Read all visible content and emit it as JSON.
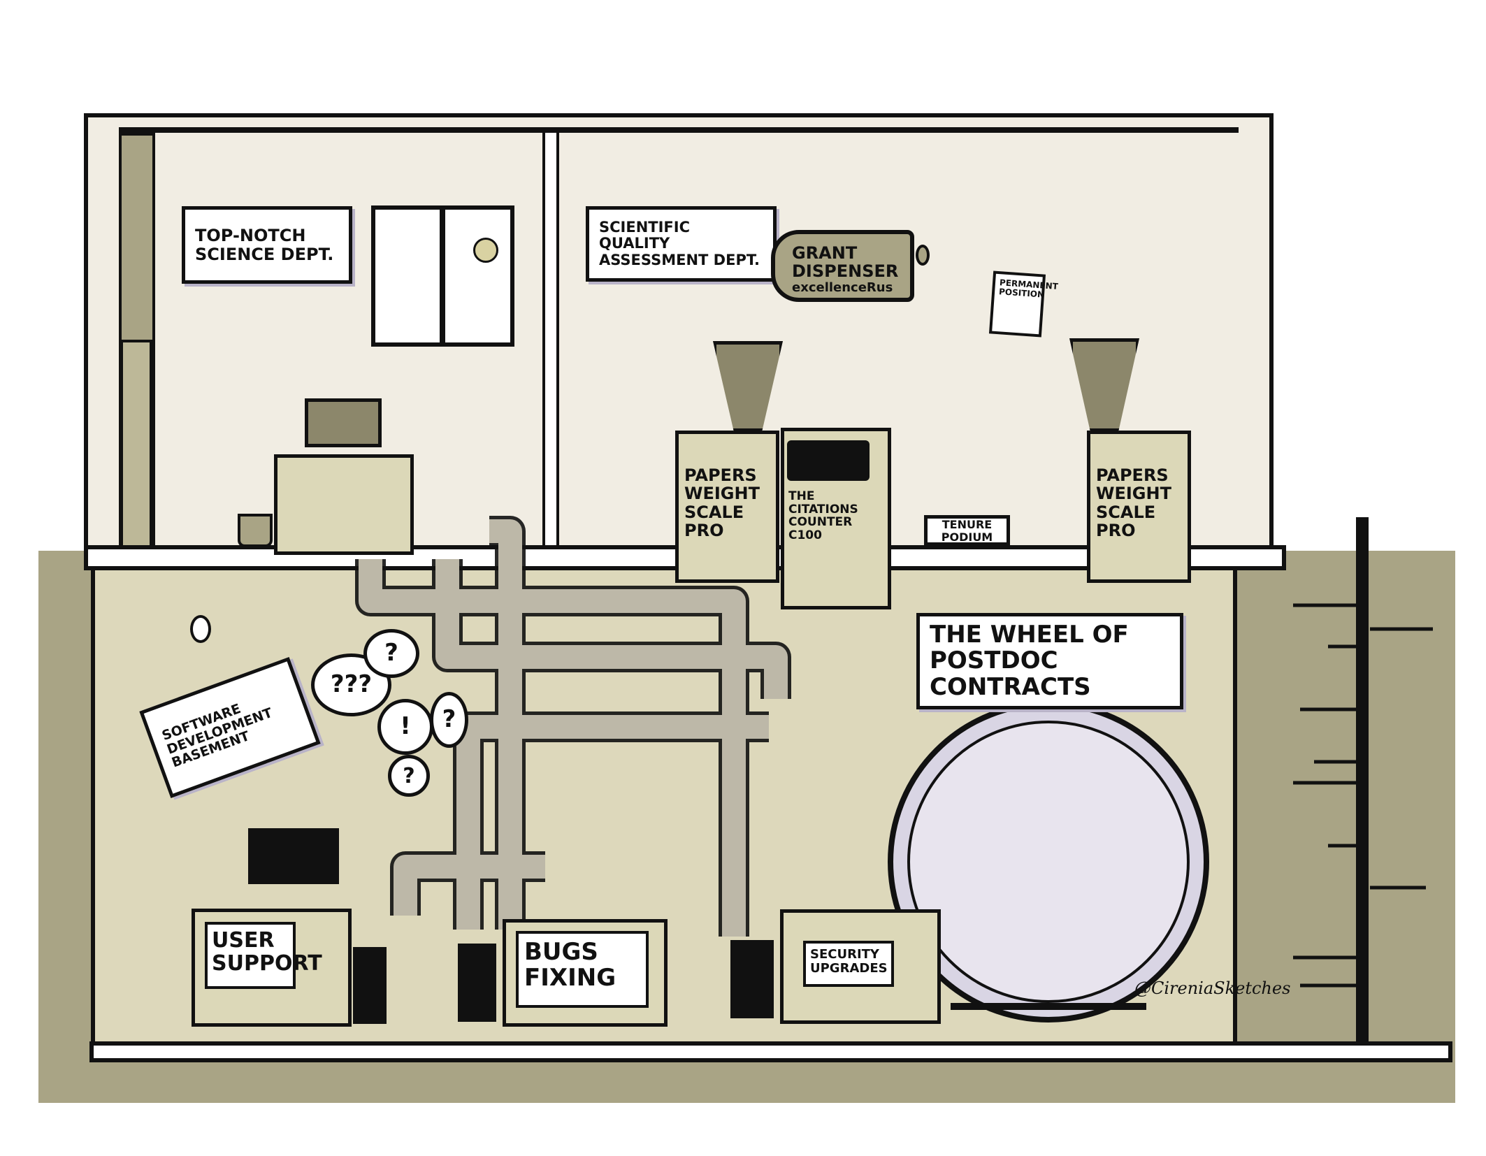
{
  "upper_floor": {
    "top_notch_sign": [
      "Top-Notch",
      "Science Dept."
    ],
    "quality_sign": [
      "Scientific Quality",
      "Assessment Dept."
    ],
    "grant_dispenser": [
      "Grant",
      "Dispenser",
      "excellenceRus"
    ],
    "permanent_position": [
      "Permanent",
      "Position"
    ],
    "scale_left": [
      "Papers",
      "Weight",
      "Scale Pro"
    ],
    "citations_counter": [
      "The Citations",
      "Counter C100"
    ],
    "tenure_podium": [
      "Tenure",
      "Podium"
    ],
    "scale_right": [
      "Papers",
      "Weight",
      "Scale Pro"
    ]
  },
  "basement": {
    "software_sign": [
      "Software",
      "Development",
      "Basement"
    ],
    "wheel_sign": [
      "The Wheel of",
      "Postdoc Contracts"
    ],
    "user_support": [
      "User",
      "Support"
    ],
    "bugs_fixing": [
      "Bugs",
      "Fixing"
    ],
    "security": [
      "Security",
      "Upgrades"
    ],
    "speech_bubbles": [
      "???",
      "?",
      "!",
      "?",
      "?"
    ]
  },
  "signature": "@CireniaSketches",
  "colors": {
    "olive": "#a9a485",
    "wall": "#f1ede3",
    "basement_wall": "#ddd8bb",
    "ink": "#111111",
    "accent_lavender": "#b9b3c8"
  }
}
